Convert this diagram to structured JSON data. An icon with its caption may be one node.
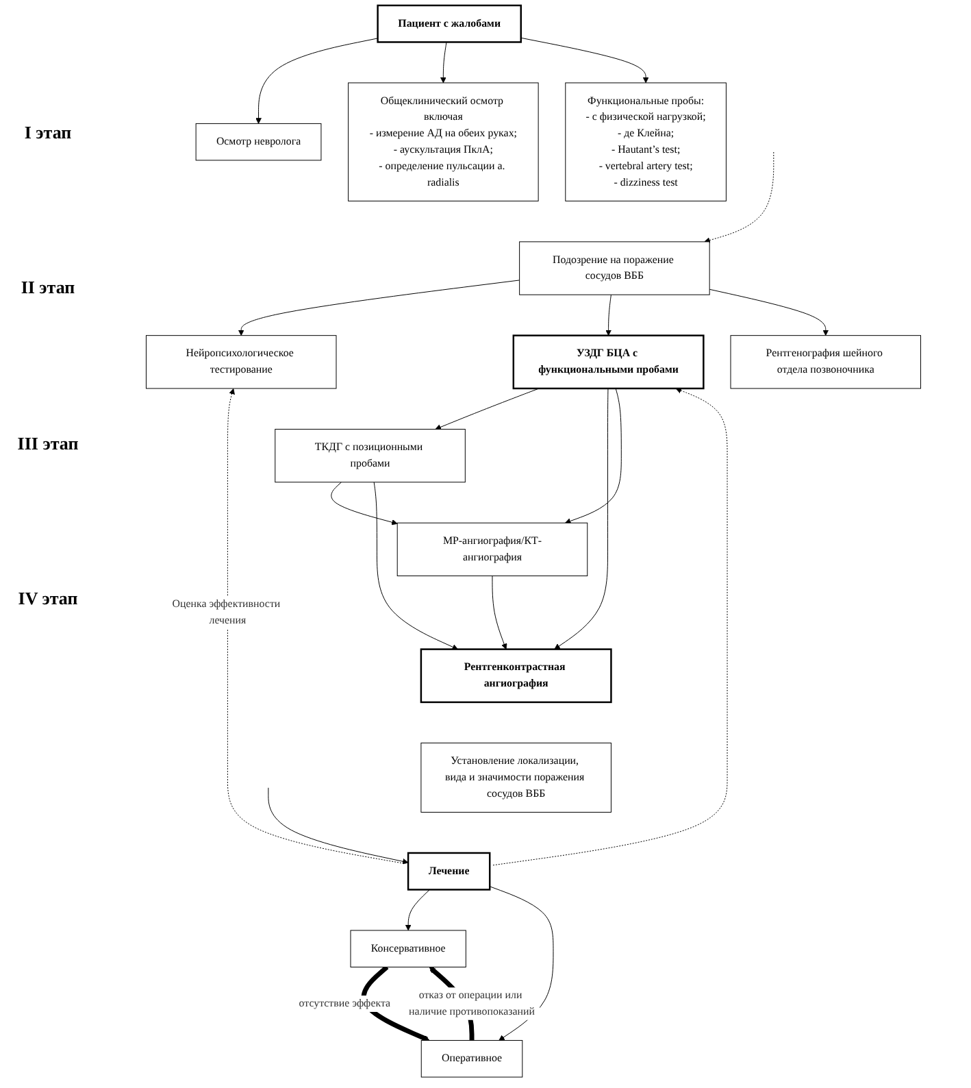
{
  "diagram": {
    "nodes": [
      {
        "text": [
          "Пациент с жалобами"
        ]
      },
      {
        "text": [
          "Осмотр невролога"
        ]
      },
      {
        "text": [
          "Общеклинический осмотр включая",
          "- измерение АД на обеих руках;",
          "- аускультация ПклА;",
          "- определение пульсации a. radialis"
        ]
      },
      {
        "text": [
          "Функциональные пробы:",
          "- с физической нагрузкой;",
          "- де Клейна;",
          "- Hautant’s test;",
          "- vertebral artery test;",
          "- dizziness test"
        ]
      },
      {
        "text": [
          "Подозрение на поражение сосудов ВББ"
        ]
      },
      {
        "text": [
          "Нейропсихологическое тестирование"
        ]
      },
      {
        "text": [
          "УЗДГ БЦА с функциональными пробами"
        ]
      },
      {
        "text": [
          "Рентгенография шейного отдела позвоночника"
        ]
      },
      {
        "text": [
          "ТКДГ с позиционными пробами"
        ]
      },
      {
        "text": [
          "МР-ангиография/КТ-ангиография"
        ]
      },
      {
        "text": [
          "Рентгенконтрастная ангиография"
        ]
      },
      {
        "text": [
          "Установление локализации, вида и значимости поражения сосудов ВББ"
        ]
      },
      {
        "text": [
          "Лечение"
        ]
      },
      {
        "text": [
          "Консервативное"
        ]
      },
      {
        "text": [
          "Оперативное"
        ]
      }
    ],
    "edges": [
      {
        "from": 0,
        "to": 1,
        "arrow": "to"
      },
      {
        "from": 0,
        "to": 2,
        "arrow": "to"
      },
      {
        "from": 0,
        "to": 3,
        "arrow": "to"
      },
      {
        "from": null,
        "to": 4,
        "arrow": "to",
        "style": "dashed"
      },
      {
        "from": 4,
        "to": 5,
        "arrow": "to"
      },
      {
        "from": 4,
        "to": 6,
        "arrow": "to"
      },
      {
        "from": 4,
        "to": 7,
        "arrow": "to"
      },
      {
        "from": 6,
        "to": 8,
        "arrow": "to"
      },
      {
        "from": 6,
        "to": 10,
        "arrow": "to"
      },
      {
        "from": 6,
        "to": 9,
        "arrow": "to"
      },
      {
        "from": 8,
        "to": 9,
        "arrow": "to"
      },
      {
        "from": 8,
        "to": 10,
        "arrow": "to"
      },
      {
        "from": 9,
        "to": 10,
        "arrow": "to"
      },
      {
        "from": null,
        "to": 12,
        "arrow": "to"
      },
      {
        "from": 12,
        "to": 5,
        "arrow": "to",
        "style": "dashed",
        "label": "Оценка эффективности лечения"
      },
      {
        "from": 12,
        "to": 6,
        "arrow": "to",
        "style": "dashed"
      },
      {
        "from": 12,
        "to": 13,
        "arrow": "to"
      },
      {
        "from": 12,
        "to": 14,
        "arrow": "to"
      },
      {
        "from": 13,
        "to": 14,
        "arrow": "to",
        "style": "thick",
        "label": "отсутствие эффекта"
      },
      {
        "from": 14,
        "to": 13,
        "arrow": "to",
        "style": "thick",
        "label": "отказ от операции или наличие противопоказаний"
      }
    ],
    "labels": [
      "I этап",
      "II этап",
      "III этап",
      "IV этап"
    ]
  }
}
